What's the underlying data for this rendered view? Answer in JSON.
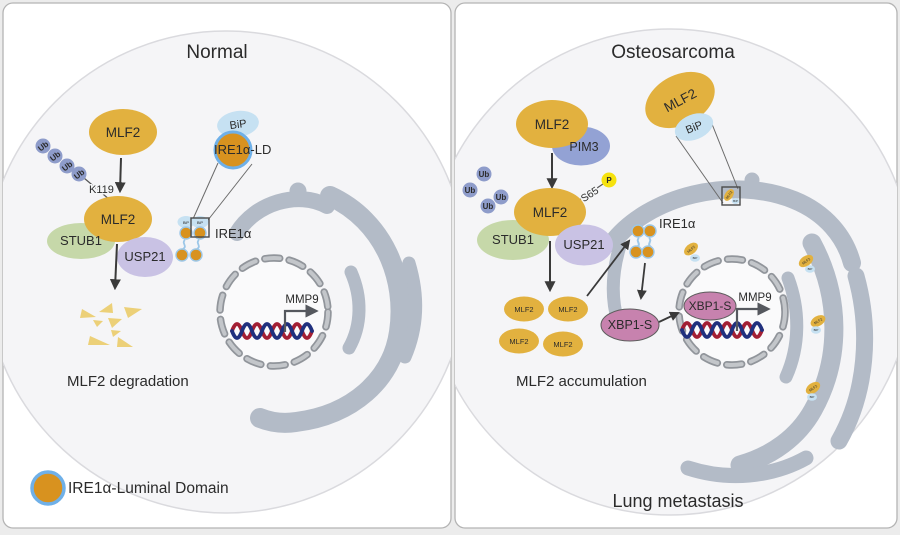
{
  "panel_left": {
    "title": "Normal",
    "mlf2": "MLF2",
    "ub": "Ub",
    "k119": "K119",
    "stub1": "STUB1",
    "usp21": "USP21",
    "bip": "BiP",
    "ire1a_ld": "IRE1α-LD",
    "ire1a": "IRE1α",
    "mmp9": "MMP9",
    "caption": "MLF2 degradation"
  },
  "panel_right": {
    "title": "Osteosarcoma",
    "mlf2": "MLF2",
    "pim3": "PIM3",
    "ub": "Ub",
    "s65": "S65",
    "phospho": "P",
    "stub1": "STUB1",
    "usp21": "USP21",
    "bip": "BiP",
    "ire1a": "IRE1α",
    "xbp1s": "XBP1-S",
    "mmp9": "MMP9",
    "caption": "MLF2 accumulation",
    "outcome": "Lung metastasis"
  },
  "legend": {
    "label": "IRE1α-Luminal Domain"
  },
  "colors": {
    "mlf2": "#e2b13f",
    "stub1": "#c6d8a9",
    "usp21": "#c9c2e4",
    "pim3": "#93a2d4",
    "ub": "#8e9cca",
    "bip": "#c6e1f2",
    "luminal_domain": "#d8921f",
    "luminal_ring": "#6fb0e8",
    "phospho": "#f6e20e",
    "xbp1s": "#c782ae",
    "er": "#b3bbc7",
    "dna_red": "#a31f34",
    "dna_blue": "#20307e",
    "fragment": "#ecd078"
  }
}
